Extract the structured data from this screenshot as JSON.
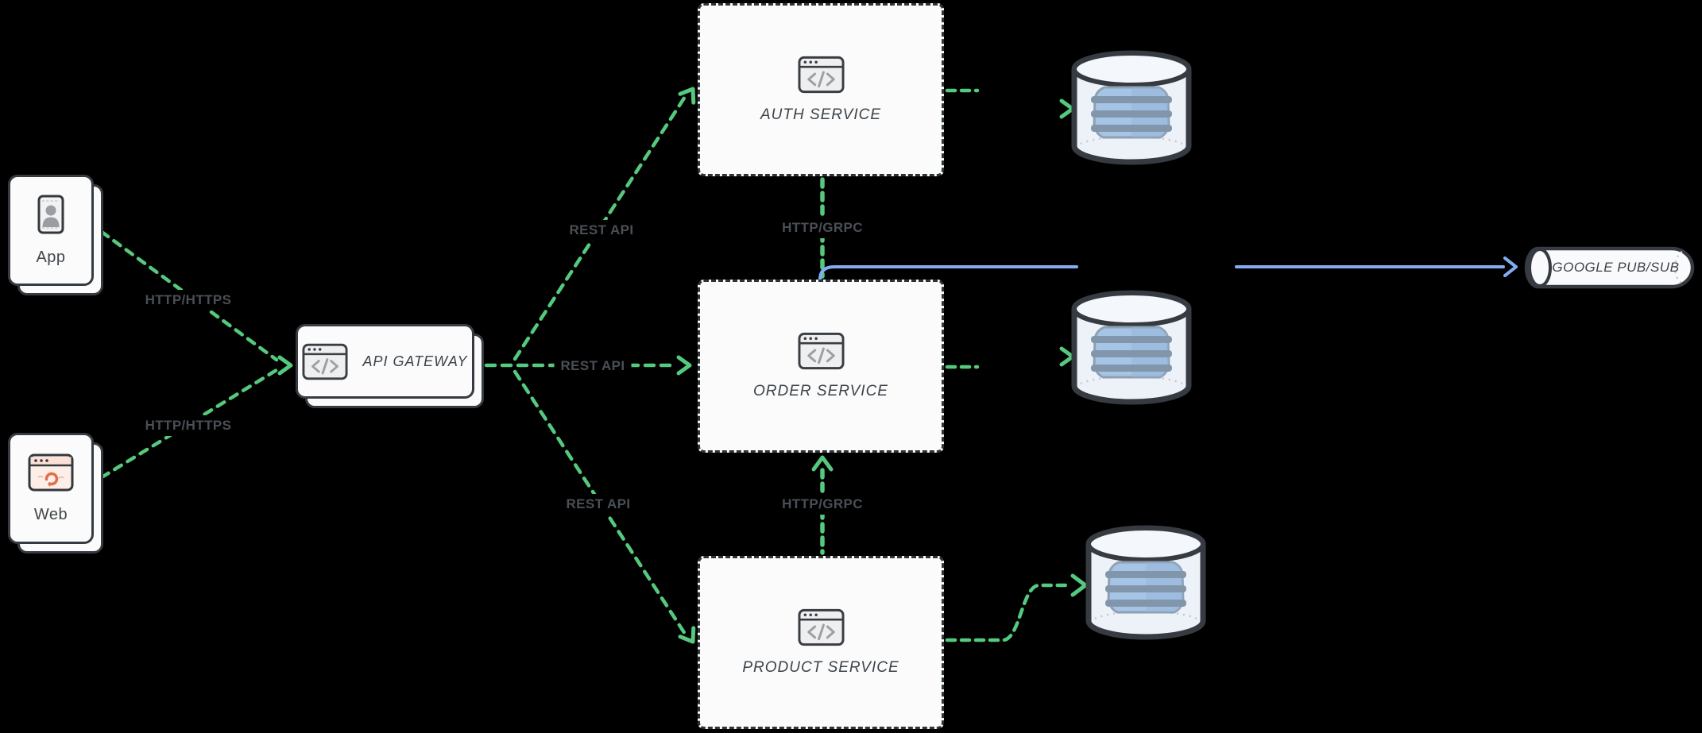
{
  "diagram": {
    "type": "microservices-architecture",
    "background": "#000000"
  },
  "colors": {
    "arrow_green": "#55c97d",
    "arrow_blue": "#82adf5",
    "node_fill": "#fafbfa",
    "node_border": "#363b41",
    "edge_label_text": "#4a4f55",
    "title_text": "#3d434a",
    "db_inner_blue": "#a6c4e6",
    "web_icon_accent": "#e0704c"
  },
  "nodes": {
    "app": {
      "label": "App",
      "icon": "user-portrait-icon"
    },
    "web": {
      "label": "Web",
      "icon": "browser-icon"
    },
    "gateway": {
      "label": "API GATEWAY",
      "icon": "code-window-icon"
    },
    "auth": {
      "label": "AUTH SERVICE",
      "icon": "code-window-icon"
    },
    "order": {
      "label": "ORDER SERVICE",
      "icon": "code-window-icon"
    },
    "product": {
      "label": "PRODUCT SERVICE",
      "icon": "code-window-icon"
    },
    "auth_db": {
      "label": "",
      "icon": "database-icon"
    },
    "order_db": {
      "label": "",
      "icon": "database-icon"
    },
    "product_db": {
      "label": "",
      "icon": "database-icon"
    },
    "pubsub": {
      "label": "GOOGLE PUB/SUB",
      "icon": "queue-cylinder-icon"
    }
  },
  "edges": {
    "app_gateway": {
      "label": "HTTP/HTTPS",
      "style": "green-dashed"
    },
    "web_gateway": {
      "label": "HTTP/HTTPS",
      "style": "green-dashed"
    },
    "gateway_auth": {
      "label": "REST API",
      "style": "green-dashed"
    },
    "gateway_order": {
      "label": "REST API",
      "style": "green-dashed"
    },
    "gateway_product": {
      "label": "REST API",
      "style": "green-dashed"
    },
    "auth_order": {
      "label": "HTTP/GRPC",
      "style": "green-dashed"
    },
    "product_order": {
      "label": "HTTP/GRPC",
      "style": "green-dashed-up-arrow"
    },
    "auth_db": {
      "label": "",
      "style": "green-dashed"
    },
    "order_db": {
      "label": "",
      "style": "green-dashed"
    },
    "product_db": {
      "label": "",
      "style": "green-dashed-curve"
    },
    "order_pubsub": {
      "label": "",
      "style": "blue-solid"
    }
  }
}
